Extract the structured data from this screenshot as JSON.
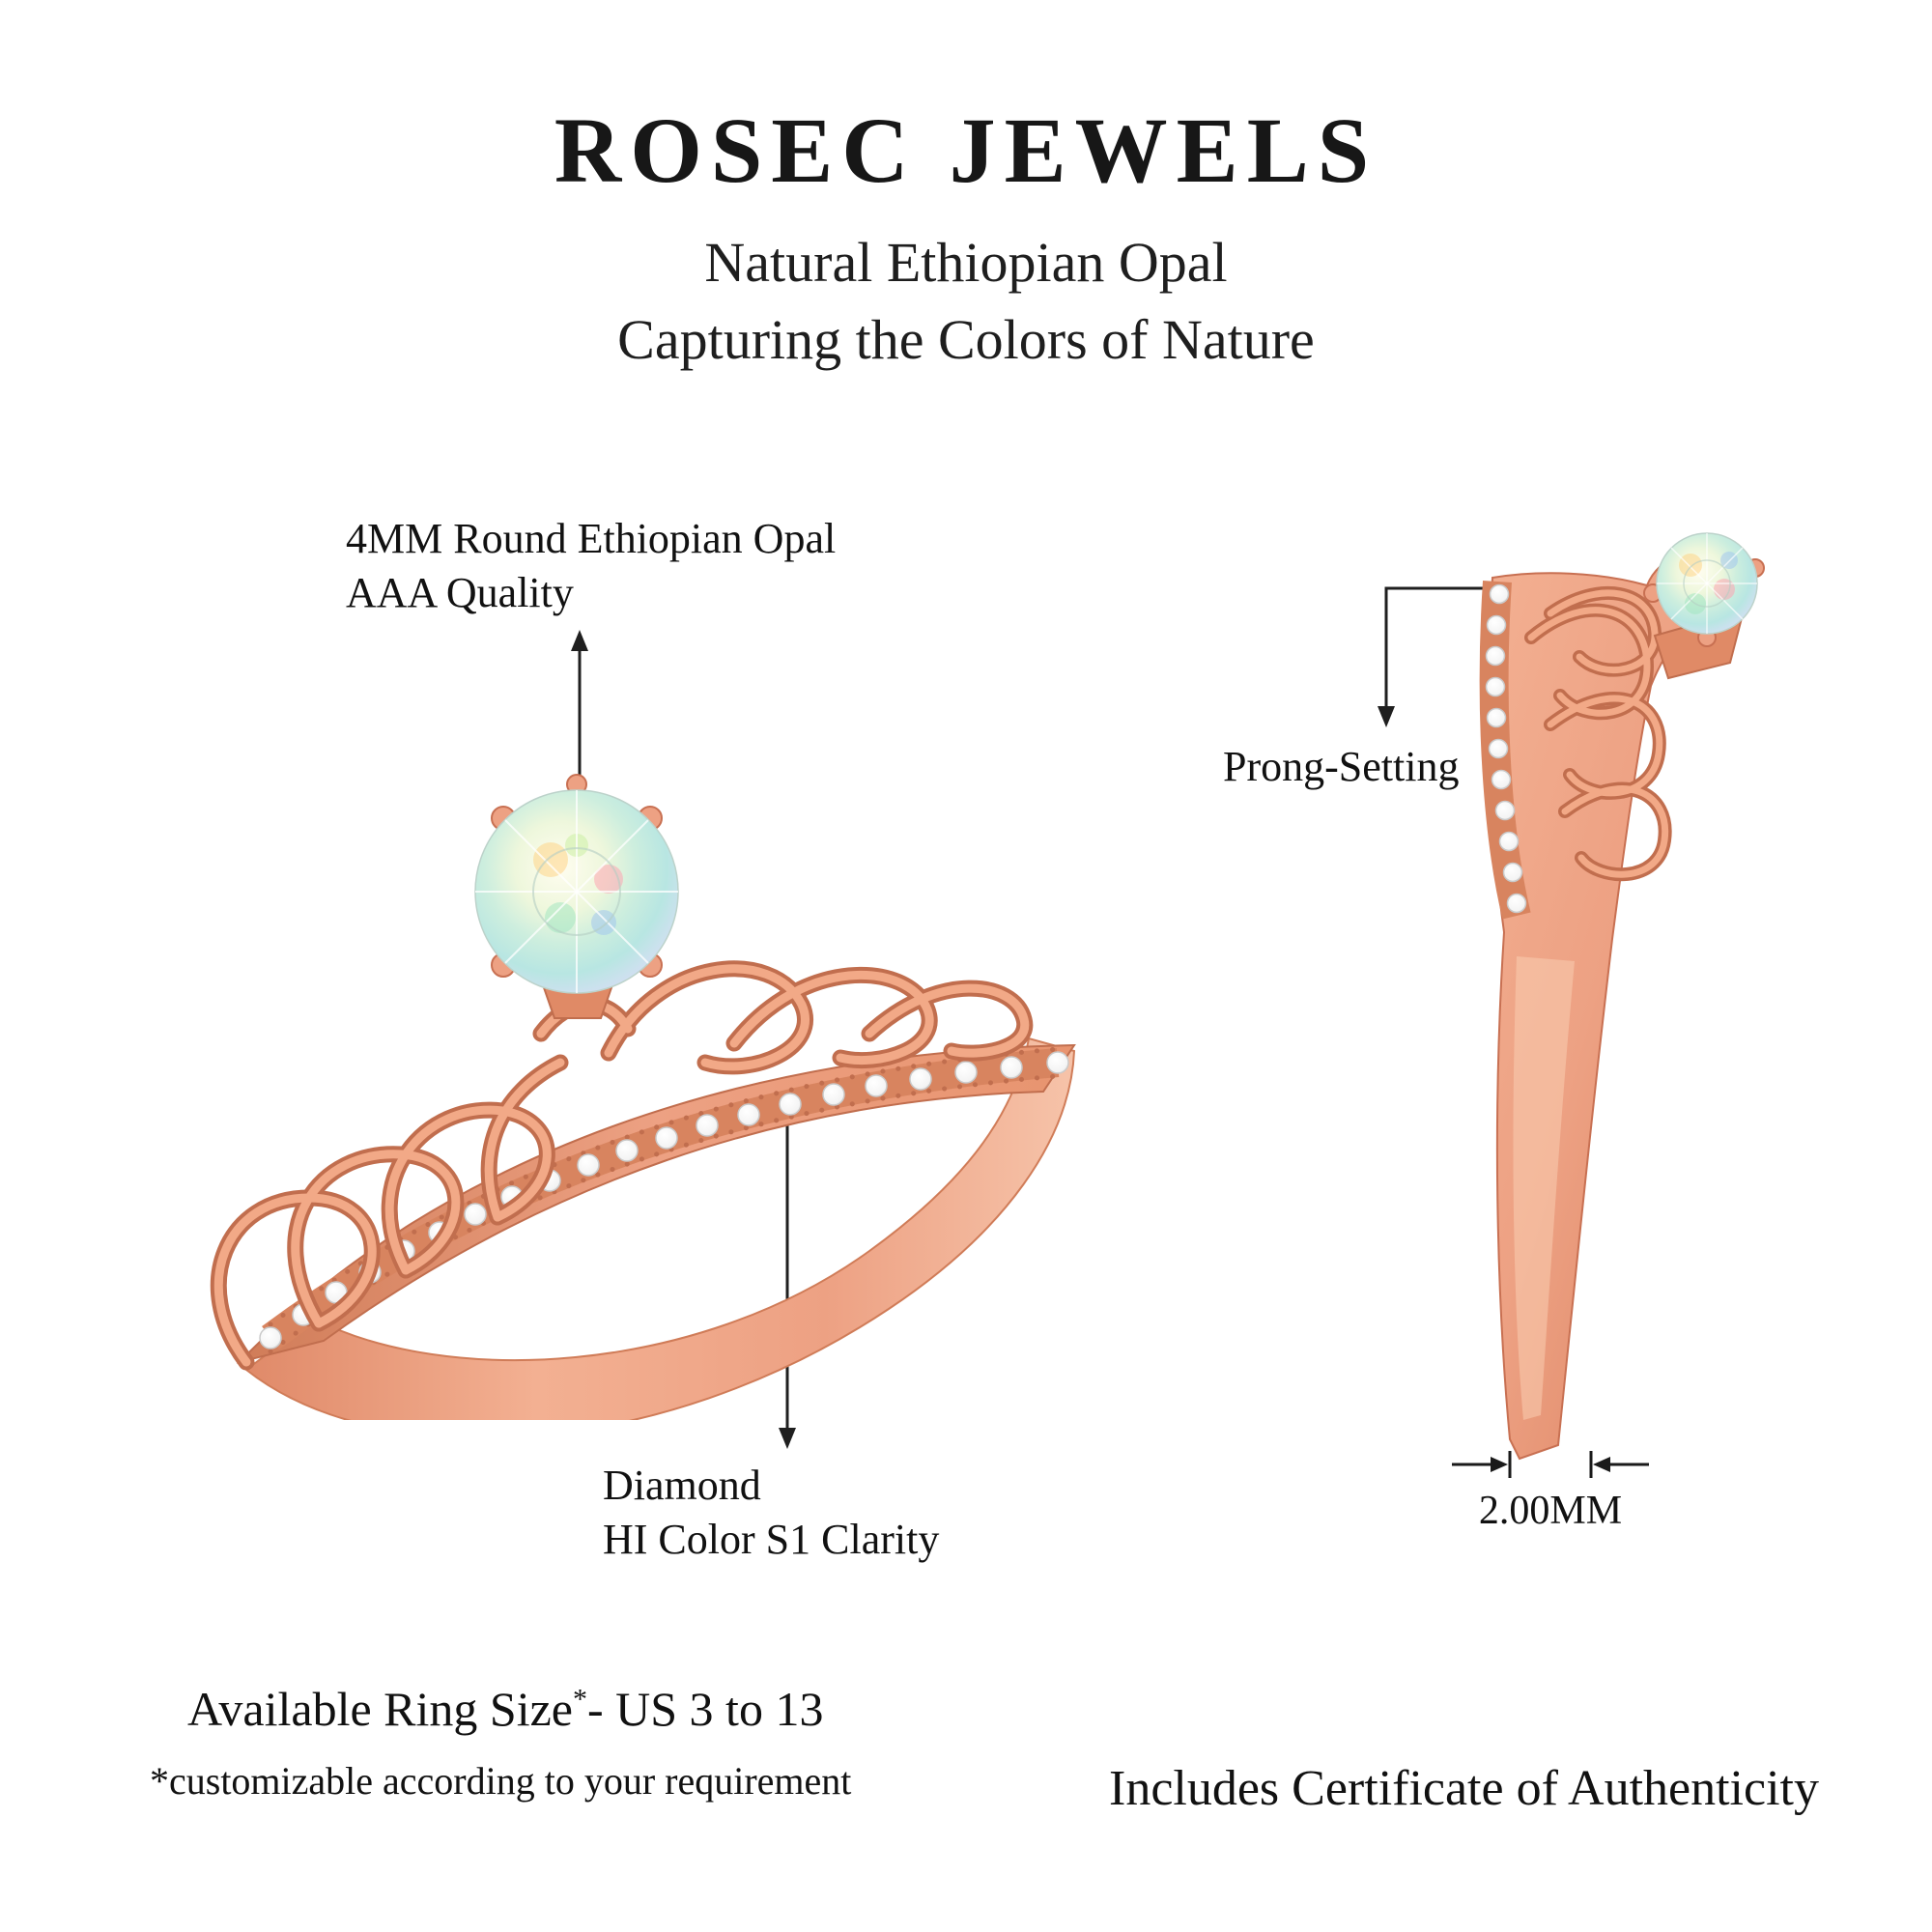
{
  "header": {
    "brand": "ROSEC JEWELS",
    "subtitle_line1": "Natural Ethiopian Opal",
    "subtitle_line2": "Capturing the Colors of Nature"
  },
  "annotations": {
    "opal_line1": "4MM Round Ethiopian Opal",
    "opal_line2": "AAA Quality",
    "prong_label": "Prong-Setting",
    "diamond_line1": "Diamond",
    "diamond_line2": "HI Color S1 Clarity",
    "band_width_label": "2.00MM"
  },
  "footer": {
    "ring_size_label": "Available Ring Size",
    "ring_size_star": "*",
    "ring_size_value": "- US 3 to 13",
    "customizable_note": "*customizable according to your requirement",
    "certificate_note": "Includes Certificate of Authenticity"
  },
  "colors": {
    "background": "#ffffff",
    "text": "#1c1c1c",
    "rose_gold": "#e89b78",
    "rose_gold_dark": "#c16e4e",
    "rose_gold_light": "#f7c6ac",
    "diamond": "#ffffff",
    "opal": "#cdeede"
  }
}
